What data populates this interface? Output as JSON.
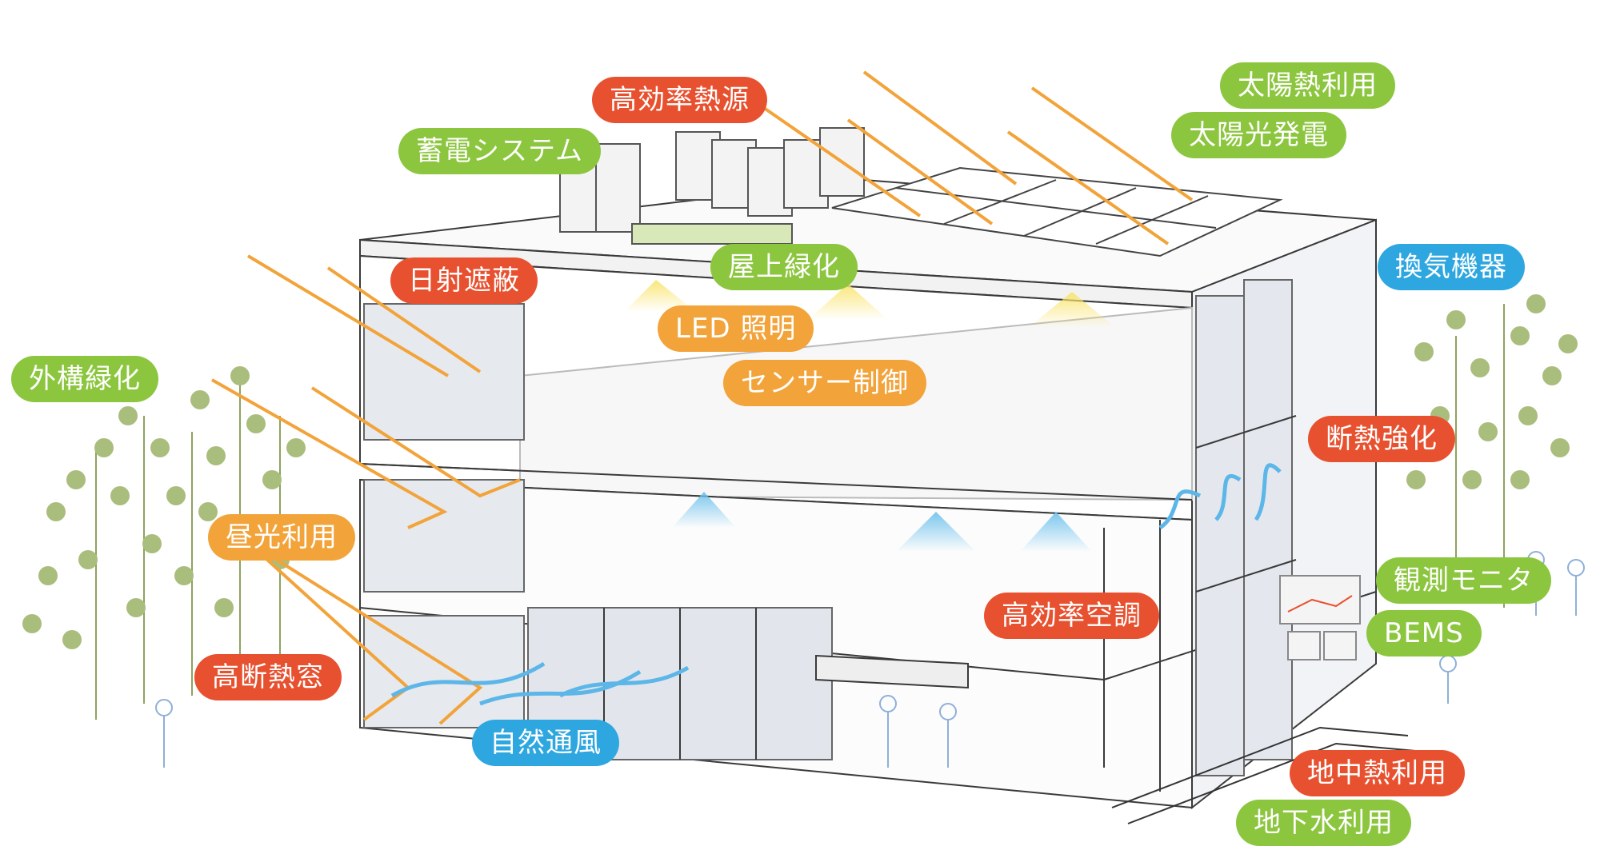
{
  "labels": {
    "high_eff_heat_source": "高効率熱源",
    "storage_system": "蓄電システム",
    "solar_thermal": "太陽熱利用",
    "photovoltaic": "太陽光発電",
    "solar_shading": "日射遮蔽",
    "rooftop_greening": "屋上緑化",
    "ventilation_equipment": "換気機器",
    "led_lighting": "LED 照明",
    "sensor_control": "センサー制御",
    "exterior_greening": "外構緑化",
    "insulation_reinforcement": "断熱強化",
    "daylight_utilization": "昼光利用",
    "observation_monitor": "観測モニタ",
    "bems": "BEMS",
    "high_eff_air_conditioning": "高効率空調",
    "high_insulation_window": "高断熱窓",
    "natural_ventilation": "自然通風",
    "geothermal": "地中熱利用",
    "groundwater": "地下水利用"
  },
  "colors": {
    "green": "#8cc63f",
    "red": "#e8512f",
    "orange": "#f2a33a",
    "blue": "#2ea7e0",
    "sun_ray": "#f2a33a",
    "airflow": "#5db6e8",
    "building_line": "#3a3a3a",
    "tree": "#a9bd7c"
  }
}
